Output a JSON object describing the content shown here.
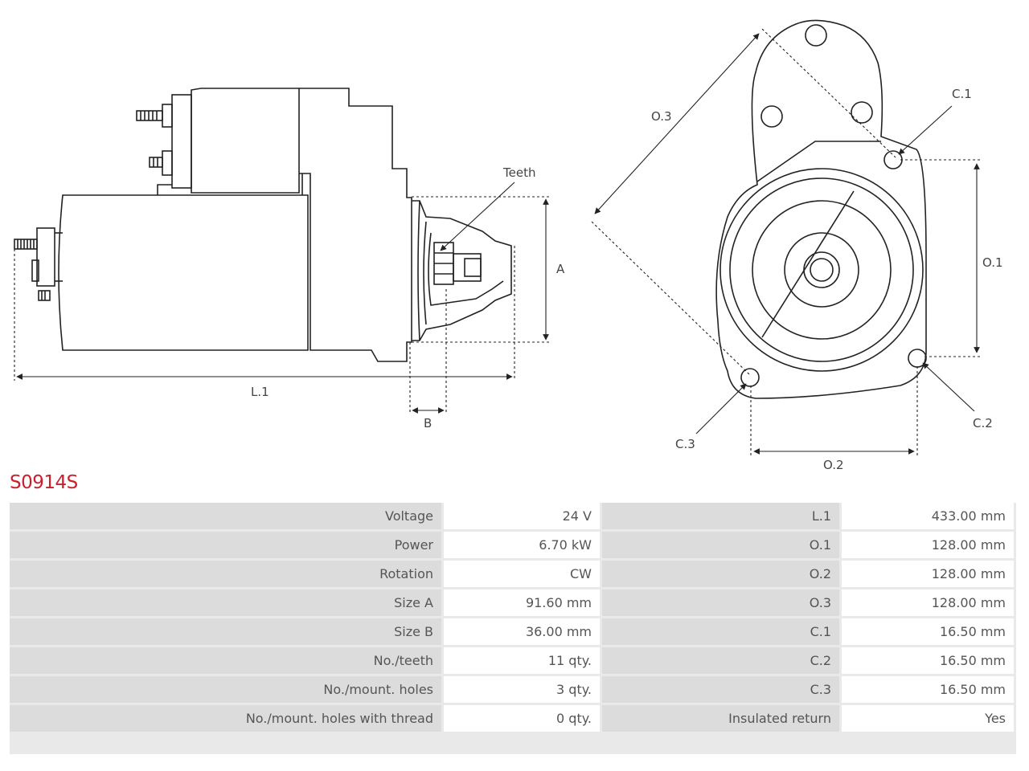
{
  "drawing": {
    "labels": {
      "teeth": "Teeth",
      "a": "A",
      "b": "B",
      "l1": "L.1",
      "o1": "O.1",
      "o2": "O.2",
      "o3": "O.3",
      "c1": "C.1",
      "c2": "C.2",
      "c3": "C.3"
    }
  },
  "part_number": "S0914S",
  "specs": [
    {
      "left_label": "Voltage",
      "left_value": "24 V",
      "right_label": "L.1",
      "right_value": "433.00 mm"
    },
    {
      "left_label": "Power",
      "left_value": "6.70 kW",
      "right_label": "O.1",
      "right_value": "128.00 mm"
    },
    {
      "left_label": "Rotation",
      "left_value": "CW",
      "right_label": "O.2",
      "right_value": "128.00 mm"
    },
    {
      "left_label": "Size A",
      "left_value": "91.60 mm",
      "right_label": "O.3",
      "right_value": "128.00 mm"
    },
    {
      "left_label": "Size B",
      "left_value": "36.00 mm",
      "right_label": "C.1",
      "right_value": "16.50 mm"
    },
    {
      "left_label": "No./teeth",
      "left_value": "11 qty.",
      "right_label": "C.2",
      "right_value": "16.50 mm"
    },
    {
      "left_label": "No./mount. holes",
      "left_value": "3 qty.",
      "right_label": "C.3",
      "right_value": "16.50 mm"
    },
    {
      "left_label": "No./mount. holes with thread",
      "left_value": "0 qty.",
      "right_label": "Insulated return",
      "right_value": "Yes"
    }
  ]
}
